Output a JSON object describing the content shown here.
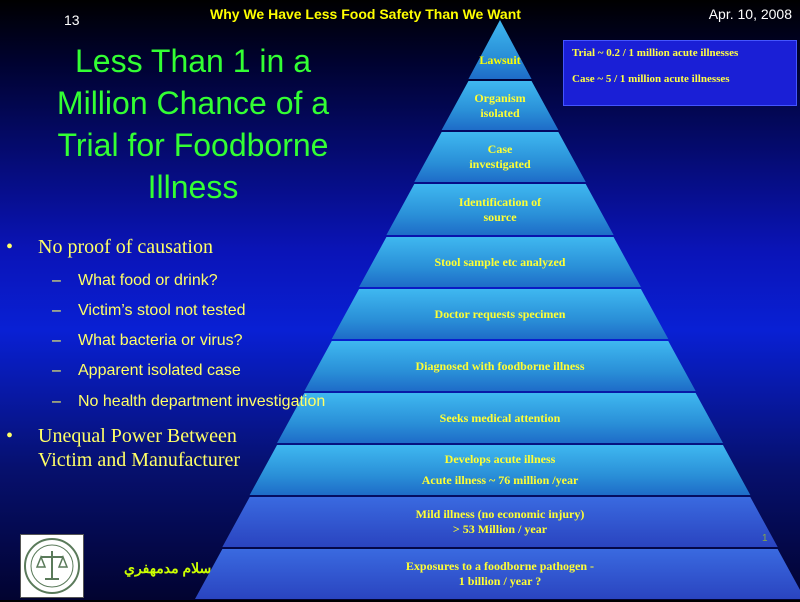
{
  "header": {
    "slide_number": "13",
    "title": "Why We Have Less Food Safety Than We Want",
    "date": "Apr. 10, 2008"
  },
  "main_title": [
    "Less Than 1 in a",
    "Million Chance of a",
    "Trial for Foodborne",
    "Illness"
  ],
  "bullets": [
    {
      "text": "No proof of causation",
      "subitems": [
        "What food or drink?",
        "Victim’s stool not tested",
        "What bacteria or virus?",
        "Apparent isolated case",
        "No health department investigation"
      ]
    },
    {
      "text_lines": [
        "Unequal Power Between",
        "Victim and Manufacturer"
      ]
    }
  ],
  "pyramid": {
    "layers": [
      {
        "lines": [
          "Lawsuit"
        ]
      },
      {
        "lines": [
          "Organism",
          "isolated"
        ]
      },
      {
        "lines": [
          "Case",
          "investigated"
        ]
      },
      {
        "lines": [
          "Identification of",
          "source"
        ]
      },
      {
        "lines": [
          "Stool sample etc analyzed"
        ]
      },
      {
        "lines": [
          "Doctor requests specimen"
        ]
      },
      {
        "lines": [
          "Diagnosed with foodborne illness"
        ]
      },
      {
        "lines": [
          "Seeks medical attention"
        ]
      },
      {
        "lines": [
          "Develops acute illness",
          "Acute illness ~ 76 million /year"
        ]
      },
      {
        "lines": [
          "Mild illness (no economic injury)",
          "> 53 Million / year"
        ]
      },
      {
        "lines": [
          "Exposures to a foodborne pathogen -",
          "1 billion / year ?"
        ]
      }
    ]
  },
  "stats_box": {
    "line1": "Trial ~ 0.2 / 1 million acute illnesses",
    "line2": "Case ~ 5 / 1 million acute illnesses"
  },
  "footer": {
    "arabic_text": "سلام مدمهفري",
    "stray_mark": "1"
  },
  "colors": {
    "title_green": "#33ff33",
    "header_yellow": "#ffff00",
    "bullet_yellow": "#ffff66",
    "pyramid_layer": "#2a9fd6"
  }
}
